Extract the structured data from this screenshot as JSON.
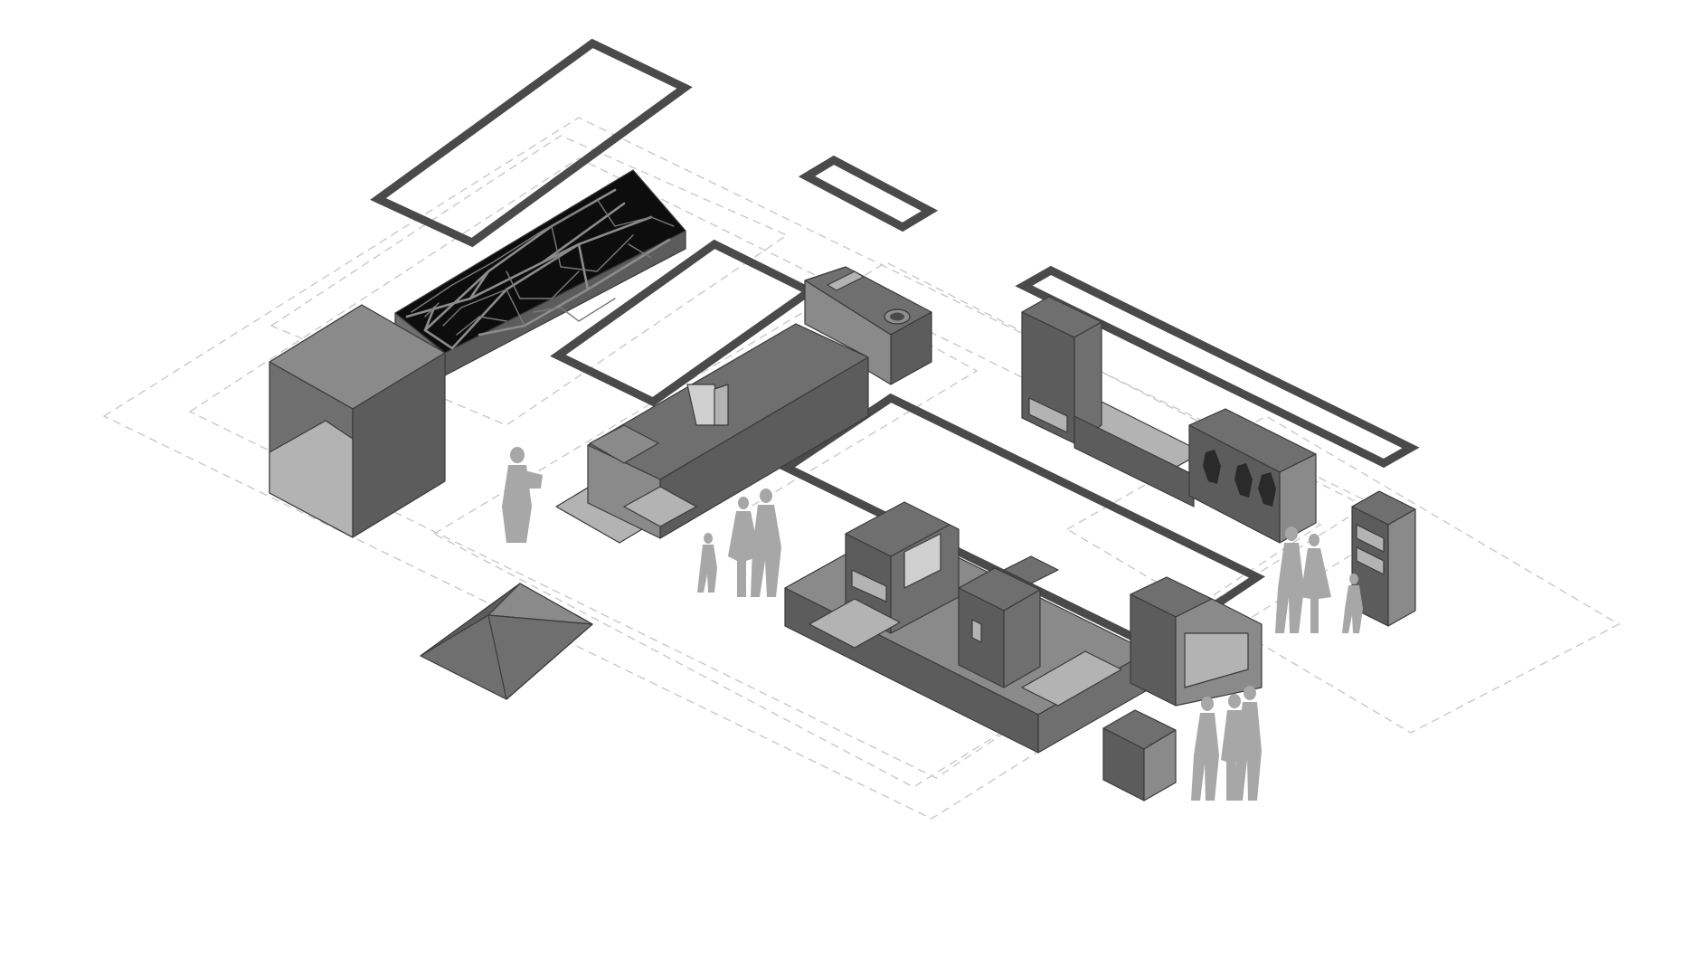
{
  "diagram": {
    "type": "exploded-axonometric",
    "theme_colors": {
      "background": "#ffffff",
      "module_dark": "#5c5c5c",
      "module_mid": "#6f6f6f",
      "module_light": "#8a8a8a",
      "figure": "#a7a7a7",
      "map": "#0d0d0d",
      "dashed_outline": "#c9c9c9",
      "frame": "#4a4a4a"
    },
    "elements": [
      "floor-outline-dashed",
      "overhead-frame-map-island",
      "overhead-frame-small",
      "overhead-frame-counter",
      "overhead-frame-right",
      "overhead-frame-center",
      "city-map-island",
      "tall-cube-module",
      "reception-counter-module",
      "central-display-module",
      "wardrobe-display-module",
      "bookshelf-module",
      "floor-pyramid-plate",
      "visitor-figures"
    ]
  }
}
